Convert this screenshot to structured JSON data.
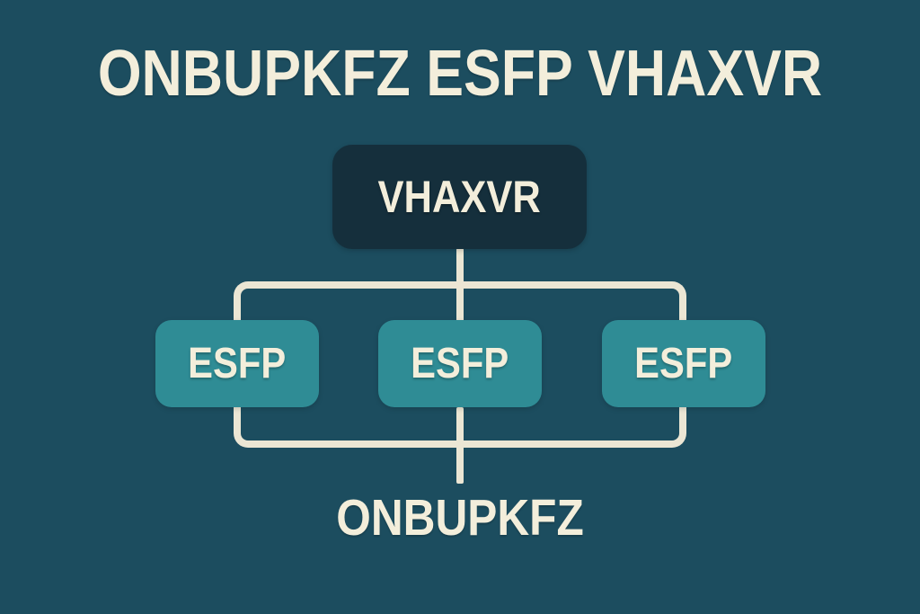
{
  "title": "ONBUPKFZ ESFP VHAXVR",
  "diagram": {
    "root": {
      "label": "VHAXVR"
    },
    "children": [
      {
        "label": "ESFP"
      },
      {
        "label": "ESFP"
      },
      {
        "label": "ESFP"
      }
    ],
    "bottom_label": "ONBUPKFZ"
  },
  "colors": {
    "background": "#1c4d5f",
    "root_box": "#152f3c",
    "child_box": "#2f8c95",
    "text": "#f3eedb",
    "connector": "#ebe6d4"
  }
}
